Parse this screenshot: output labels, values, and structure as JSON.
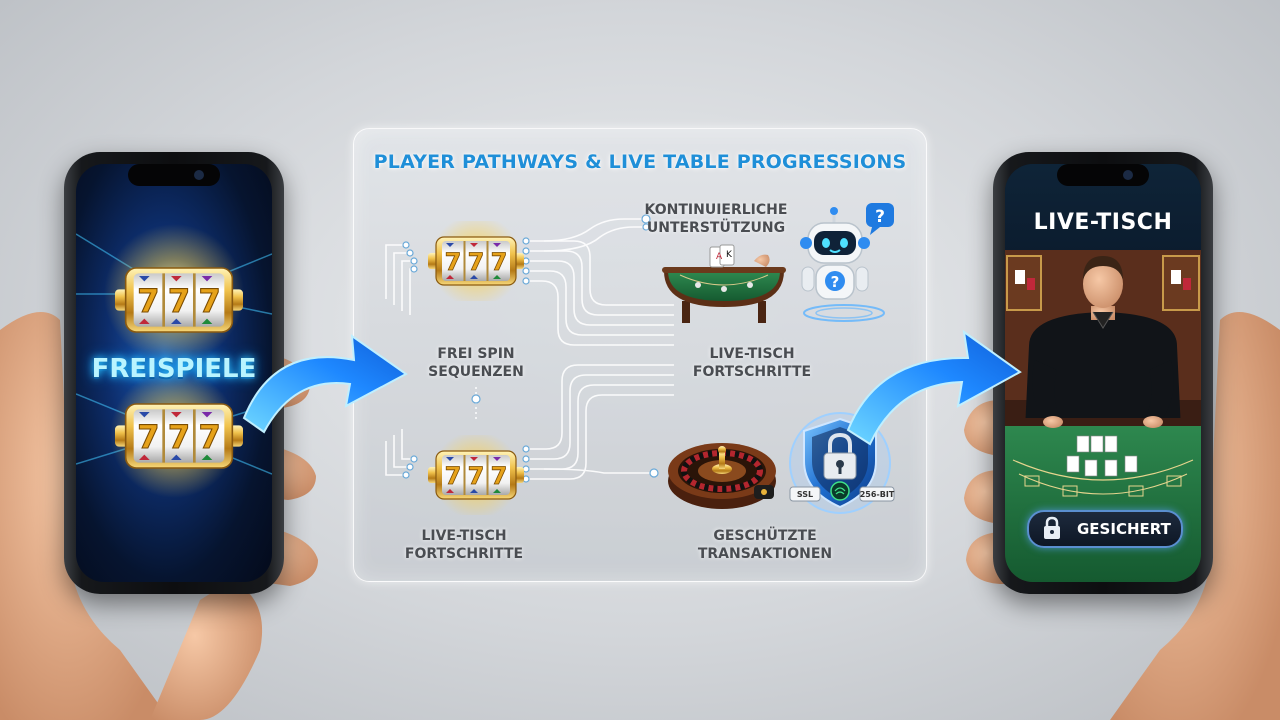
{
  "diagram": {
    "title": "PLAYER PATHWAYS & LIVE TABLE PROGRESSIONS",
    "nodes": {
      "free_spin_sequences": "FREI SPIN\nSEQUENZEN",
      "live_table_progress_middle": "LIVE-TISCH\nFORTSCHRITTE",
      "live_table_progress_bottom": "LIVE-TISCH\nFORTSCHRITTE",
      "continuous_support": "KONTINUIERLICHE\nUNTERSTÜTZUNG",
      "protected_transactions": "GESCHÜTZTE\nTRANSAKTIONEN"
    },
    "shield_tags": {
      "left": "SSL",
      "right": "256-BIT"
    }
  },
  "left_phone": {
    "label": "FREISPIELE",
    "slot_symbols": "777"
  },
  "right_phone": {
    "title": "LIVE-TISCH",
    "secure_badge": "GESICHERT"
  },
  "colors": {
    "accent_blue": "#1f8fd8",
    "neon_cyan": "#3fd2ff",
    "gold": "#e8b23a",
    "felt_green": "#1e6b3a"
  },
  "icons": [
    "slot-machine-icon",
    "blackjack-table-icon",
    "support-robot-icon",
    "roulette-wheel-icon",
    "security-shield-icon",
    "padlock-icon",
    "arrow-icon"
  ]
}
